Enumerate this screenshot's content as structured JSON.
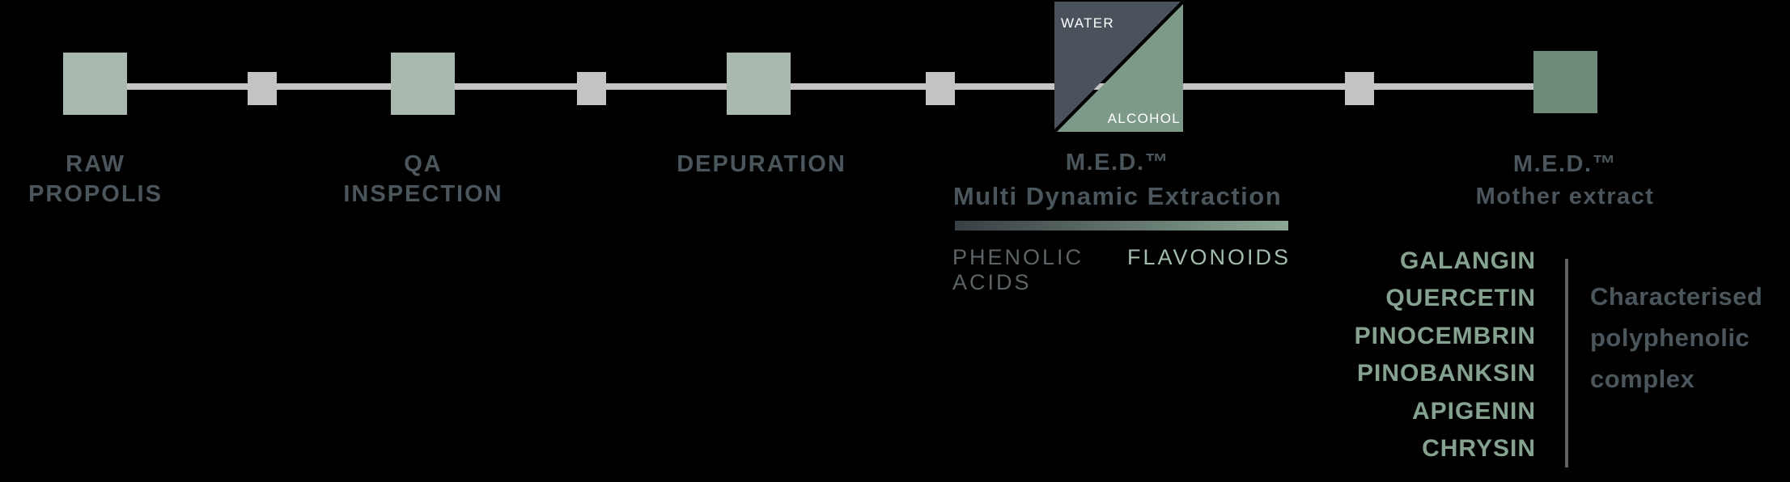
{
  "process": {
    "steps": {
      "raw": {
        "line1": "RAW",
        "line2": "PROPOLIS"
      },
      "qa": {
        "line1": "QA",
        "line2": "INSPECTION"
      },
      "depuration": {
        "line1": "DEPURATION"
      },
      "med": {
        "line1": "M.E.D.™",
        "line2": "Multi Dynamic Extraction"
      },
      "mother": {
        "line1": "M.E.D.™",
        "line2": "Mother extract"
      }
    },
    "split_square": {
      "water": "WATER",
      "alcohol": "ALCOHOL"
    }
  },
  "extraction_detail": {
    "phenolic_line1": "PHENOLIC",
    "phenolic_line2": "ACIDS",
    "flavonoids": "FLAVONOIDS"
  },
  "mother_detail": {
    "compounds": [
      "GALANGIN",
      "QUERCETIN",
      "PINOCEMBRIN",
      "PINOBANKSIN",
      "APIGENIN",
      "CHRYSIN"
    ],
    "note": {
      "line1": "Characterised",
      "line2": "polyphenolic",
      "line3": "complex"
    }
  },
  "colors": {
    "background": "#000000",
    "timeline_gray": "#c4c5c4",
    "connector_gray": "#c2c3c2",
    "node_sage": "#a9b9af",
    "node_dark_green": "#6f8c7b",
    "water_slate": "#4a535b",
    "alcohol_green": "#7d9a89",
    "label_slate": "#4b555c",
    "phenolic_gray": "#5d6468",
    "flavonoid_sage": "#a3bdac",
    "compound_green": "#85a18f",
    "gradient_start": "#383f44",
    "gradient_end": "#8ba794"
  }
}
